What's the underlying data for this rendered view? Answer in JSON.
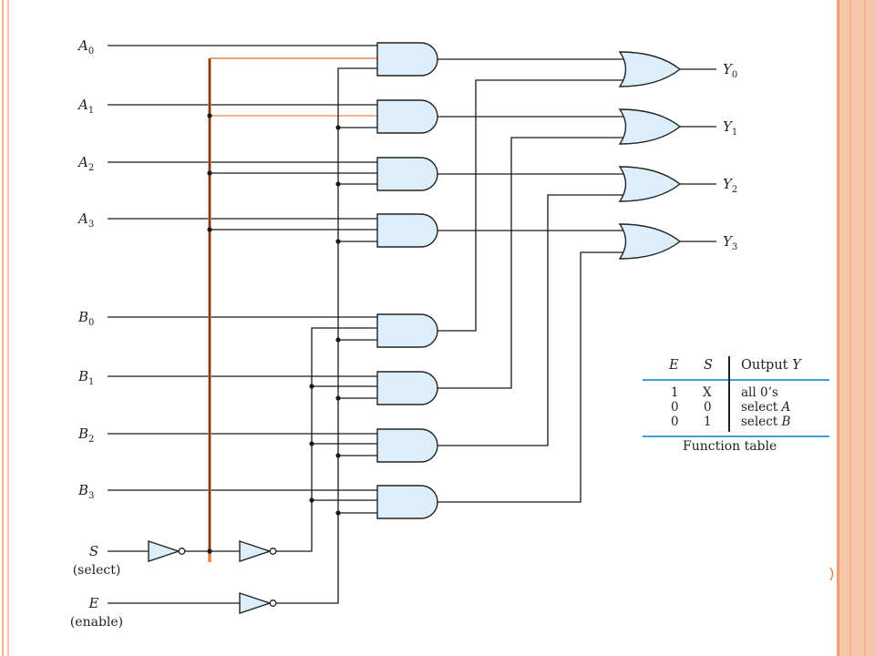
{
  "inputs": {
    "a": [
      {
        "letter": "A",
        "sub": "0"
      },
      {
        "letter": "A",
        "sub": "1"
      },
      {
        "letter": "A",
        "sub": "2"
      },
      {
        "letter": "A",
        "sub": "3"
      }
    ],
    "b": [
      {
        "letter": "B",
        "sub": "0"
      },
      {
        "letter": "B",
        "sub": "1"
      },
      {
        "letter": "B",
        "sub": "2"
      },
      {
        "letter": "B",
        "sub": "3"
      }
    ],
    "select": {
      "letter": "S",
      "note": "(select)"
    },
    "enable": {
      "letter": "E",
      "note": "(enable)"
    }
  },
  "outputs": [
    {
      "letter": "Y",
      "sub": "0"
    },
    {
      "letter": "Y",
      "sub": "1"
    },
    {
      "letter": "Y",
      "sub": "2"
    },
    {
      "letter": "Y",
      "sub": "3"
    }
  ],
  "function_table": {
    "headers": {
      "e": "E",
      "s": "S",
      "out_text": "Output ",
      "out_var": "Y"
    },
    "rows": [
      {
        "e": "1",
        "s": "X",
        "text": "all 0’s",
        "var": ""
      },
      {
        "e": "0",
        "s": "0",
        "text": "select ",
        "var": "A"
      },
      {
        "e": "0",
        "s": "1",
        "text": "select ",
        "var": "B"
      }
    ],
    "caption": "Function table"
  },
  "colors": {
    "wire": "#1a1a1a",
    "gate_fill": "#dceefa",
    "gate_stroke": "#222222",
    "highlight": "#e8864a",
    "frame_accent": "#f7c6aa",
    "frame_line": "#f0a27a",
    "table_rule": "#3aa0d8"
  }
}
